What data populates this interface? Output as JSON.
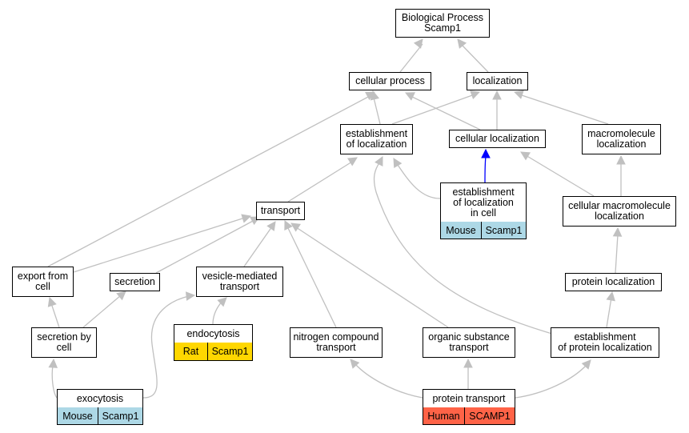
{
  "nodes": {
    "bp": "Biological Process\nScamp1",
    "cellular_process": "cellular process",
    "localization": "localization",
    "establishment_of_localization": "establishment\nof localization",
    "cellular_localization": "cellular localization",
    "macromolecule_localization": "macromolecule\nlocalization",
    "establishment_in_cell": "establishment\nof localization\nin cell",
    "transport": "transport",
    "cellular_macromolecule_localization": "cellular macromolecule\nlocalization",
    "export_from_cell": "export from\ncell",
    "secretion": "secretion",
    "vesicle_mediated_transport": "vesicle-mediated\ntransport",
    "protein_localization": "protein localization",
    "secretion_by_cell": "secretion by\ncell",
    "endocytosis": "endocytosis",
    "nitrogen_compound_transport": "nitrogen compound\ntransport",
    "organic_substance_transport": "organic substance\ntransport",
    "establishment_of_protein_localization": "establishment\nof protein localization",
    "exocytosis": "exocytosis",
    "protein_transport": "protein transport"
  },
  "annotations": {
    "establishment_in_cell": {
      "species": "Mouse",
      "gene": "Scamp1",
      "color": "#add8e6"
    },
    "endocytosis": {
      "species": "Rat",
      "gene": "Scamp1",
      "color": "#ffd700"
    },
    "exocytosis": {
      "species": "Mouse",
      "gene": "Scamp1",
      "color": "#add8e6"
    },
    "protein_transport": {
      "species": "Human",
      "gene": "SCAMP1",
      "color": "#ff6347"
    }
  },
  "edge_colors": {
    "default": "#c0c0c0",
    "highlight": "#0000ff"
  }
}
